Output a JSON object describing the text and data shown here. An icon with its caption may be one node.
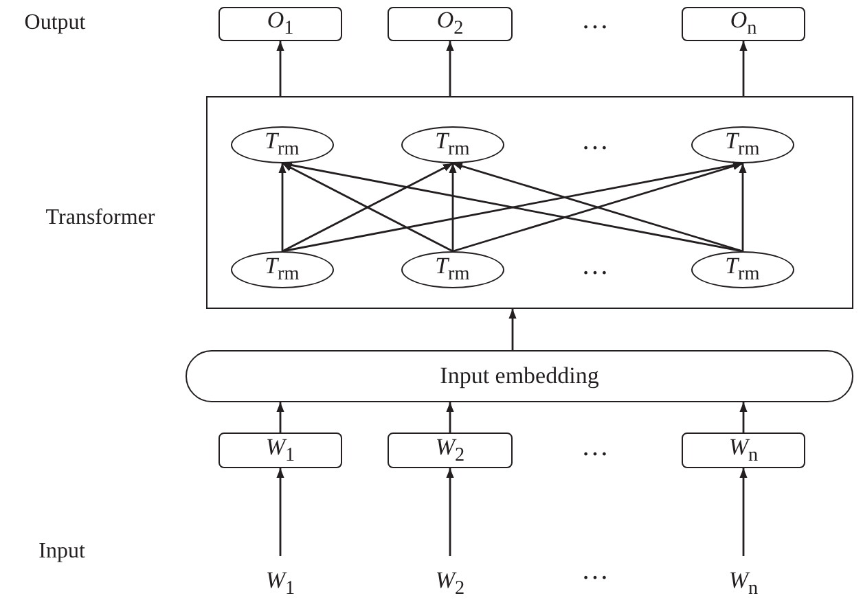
{
  "diagram": {
    "nodes": [
      {
        "text": [
          "*O*$_{1}$"
        ]
      },
      {
        "text": [
          "*O*$_{2}$"
        ]
      },
      {
        "text": [
          "*O*$_{n}$"
        ]
      },
      {
        "text": [],
        "shape": "box"
      },
      {
        "text": [
          "*T*$_{rm}$"
        ],
        "in": 3
      },
      {
        "text": [
          "*T*$_{rm}$"
        ],
        "in": 3
      },
      {
        "text": [
          "*T*$_{rm}$"
        ],
        "in": 3
      },
      {
        "text": [
          "*T*$_{rm}$"
        ],
        "in": 3
      },
      {
        "text": [
          "*T*$_{rm}$"
        ],
        "in": 3
      },
      {
        "text": [
          "*T*$_{rm}$"
        ],
        "in": 3
      },
      {
        "text": [
          "Input embedding"
        ]
      },
      {
        "text": [
          "*W*$_{1}$"
        ]
      },
      {
        "text": [
          "*W*$_{2}$"
        ]
      },
      {
        "text": [
          "*W*$_{n}$"
        ]
      },
      {
        "text": [
          "*W*$_{1}$"
        ]
      },
      {
        "text": [
          "*W*$_{2}$"
        ]
      },
      {
        "text": [
          "*W*$_{n}$"
        ]
      }
    ],
    "edges": [
      {
        "from": 3,
        "to": 0,
        "arrow": "to"
      },
      {
        "from": 3,
        "to": 1,
        "arrow": "to"
      },
      {
        "from": 3,
        "to": 2,
        "arrow": "to"
      },
      {
        "from": 7,
        "to": 4,
        "arrow": "to"
      },
      {
        "from": 7,
        "to": 5,
        "arrow": "to"
      },
      {
        "from": 7,
        "to": 6,
        "arrow": "to"
      },
      {
        "from": 8,
        "to": 4,
        "arrow": "to"
      },
      {
        "from": 8,
        "to": 5,
        "arrow": "to"
      },
      {
        "from": 8,
        "to": 6,
        "arrow": "to"
      },
      {
        "from": 9,
        "to": 4,
        "arrow": "to"
      },
      {
        "from": 9,
        "to": 5,
        "arrow": "to"
      },
      {
        "from": 9,
        "to": 6,
        "arrow": "to"
      },
      {
        "from": 10,
        "to": 3,
        "arrow": "to"
      },
      {
        "from": 11,
        "to": 10,
        "arrow": "to"
      },
      {
        "from": 12,
        "to": 10,
        "arrow": "to"
      },
      {
        "from": 13,
        "to": 10,
        "arrow": "to"
      },
      {
        "from": 14,
        "to": 11,
        "arrow": "to"
      },
      {
        "from": 15,
        "to": 12,
        "arrow": "to"
      },
      {
        "from": 16,
        "to": 13,
        "arrow": "to"
      }
    ],
    "labels": [
      "Output",
      "…",
      "…",
      "Transformer",
      "…",
      "…",
      "Input",
      "…"
    ]
  }
}
